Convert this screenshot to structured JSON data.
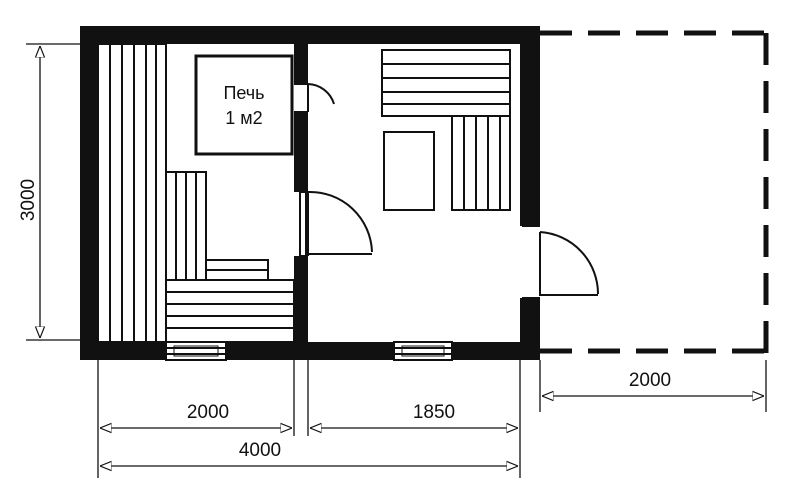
{
  "stove": {
    "line1": "Печь",
    "line2": "1 м2"
  },
  "dimensions": {
    "height": "3000",
    "steam_room_width": "2000",
    "wash_room_width": "1850",
    "total_width": "4000",
    "terrace_width": "2000"
  },
  "colors": {
    "wall": "#111111",
    "line": "#111111",
    "background": "#ffffff"
  }
}
